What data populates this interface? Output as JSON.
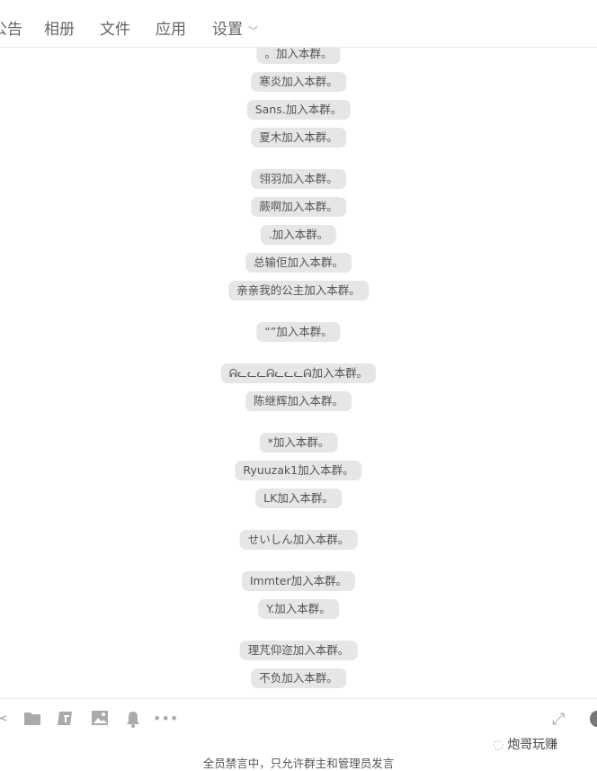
{
  "nav": {
    "tabs": [
      "公告",
      "相册",
      "文件",
      "应用",
      "设置"
    ],
    "settings_chevron": "chevron-down-icon"
  },
  "messages": [
    "。加入本群。",
    "寒炎加入本群。",
    "Sans.加入本群。",
    "夏木加入本群。",
    "翎羽加入本群。",
    "蕨啊加入本群。",
    ".加入本群。",
    "总输佢加入本群。",
    "亲亲我的公主加入本群。",
    "“”加入本群。",
    "ᕱᓚᓚᓚᕱᓚᓚᓚᕱ加入本群。",
    "陈继辉加入本群。",
    "*加入本群。",
    "Ryuuzak1加入本群。",
    "LK加入本群。",
    "せいしん加入本群。",
    "Immter加入本群。",
    "Y.加入本群。",
    "理芃仰迩加入本群。",
    "不负加入本群。"
  ],
  "toolbar": {
    "icons": [
      "scissors-icon",
      "folder-icon",
      "file-transfer-icon",
      "image-icon",
      "bell-icon",
      "more-icon",
      "expand-icon"
    ]
  },
  "notice": "全员禁言中，只允许群主和管理员发言",
  "watermark": "炮哥玩赚"
}
